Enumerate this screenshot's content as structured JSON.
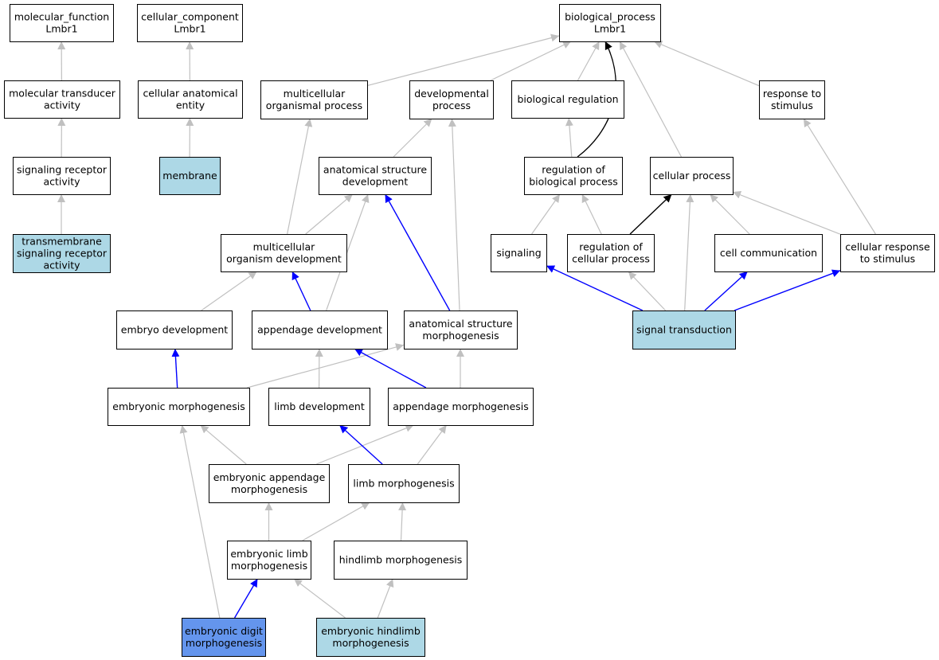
{
  "colors": {
    "node_default": "#ffffff",
    "node_annotated": "#add8e6",
    "node_focus": "#6495ed",
    "edge_gray": "#c0c0c0",
    "edge_blue": "#0000ff",
    "edge_black": "#000000"
  },
  "nodes": {
    "mf": {
      "lines": [
        "molecular_function",
        "Lmbr1"
      ],
      "fill": "white"
    },
    "cc": {
      "lines": [
        "cellular_component",
        "Lmbr1"
      ],
      "fill": "white"
    },
    "bp": {
      "lines": [
        "biological_process",
        "Lmbr1"
      ],
      "fill": "white"
    },
    "mta": {
      "lines": [
        "molecular transducer",
        "activity"
      ],
      "fill": "white"
    },
    "cae": {
      "lines": [
        "cellular anatomical",
        "entity"
      ],
      "fill": "white"
    },
    "mop": {
      "lines": [
        "multicellular",
        "organismal process"
      ],
      "fill": "white"
    },
    "dp": {
      "lines": [
        "developmental",
        "process"
      ],
      "fill": "white"
    },
    "breg": {
      "lines": [
        "biological regulation"
      ],
      "fill": "white"
    },
    "rts": {
      "lines": [
        "response to",
        "stimulus"
      ],
      "fill": "white"
    },
    "sra": {
      "lines": [
        "signaling receptor",
        "activity"
      ],
      "fill": "white"
    },
    "mem": {
      "lines": [
        "membrane"
      ],
      "fill": "annotated"
    },
    "asd": {
      "lines": [
        "anatomical structure",
        "development"
      ],
      "fill": "white"
    },
    "rbp": {
      "lines": [
        "regulation of",
        "biological process"
      ],
      "fill": "white"
    },
    "cp": {
      "lines": [
        "cellular process"
      ],
      "fill": "white"
    },
    "tsra": {
      "lines": [
        "transmembrane",
        "signaling receptor",
        "activity"
      ],
      "fill": "annotated"
    },
    "mod": {
      "lines": [
        "multicellular",
        "organism development"
      ],
      "fill": "white"
    },
    "sig": {
      "lines": [
        "signaling"
      ],
      "fill": "white"
    },
    "rcp": {
      "lines": [
        "regulation of",
        "cellular process"
      ],
      "fill": "white"
    },
    "cc2": {
      "lines": [
        "cell communication"
      ],
      "fill": "white"
    },
    "crs": {
      "lines": [
        "cellular response",
        "to stimulus"
      ],
      "fill": "white"
    },
    "ed": {
      "lines": [
        "embryo development"
      ],
      "fill": "white"
    },
    "ad": {
      "lines": [
        "appendage development"
      ],
      "fill": "white"
    },
    "asm": {
      "lines": [
        "anatomical structure",
        "morphogenesis"
      ],
      "fill": "white"
    },
    "st": {
      "lines": [
        "signal transduction"
      ],
      "fill": "annotated"
    },
    "em": {
      "lines": [
        "embryonic morphogenesis"
      ],
      "fill": "white"
    },
    "ld": {
      "lines": [
        "limb development"
      ],
      "fill": "white"
    },
    "am": {
      "lines": [
        "appendage morphogenesis"
      ],
      "fill": "white"
    },
    "eam": {
      "lines": [
        "embryonic appendage",
        "morphogenesis"
      ],
      "fill": "white"
    },
    "lm": {
      "lines": [
        "limb morphogenesis"
      ],
      "fill": "white"
    },
    "elm": {
      "lines": [
        "embryonic limb",
        "morphogenesis"
      ],
      "fill": "white"
    },
    "hm": {
      "lines": [
        "hindlimb morphogenesis"
      ],
      "fill": "white"
    },
    "edm": {
      "lines": [
        "embryonic digit",
        "morphogenesis"
      ],
      "fill": "focus"
    },
    "ehm": {
      "lines": [
        "embryonic hindlimb",
        "morphogenesis"
      ],
      "fill": "annotated"
    }
  },
  "edges": [
    {
      "from": "mta",
      "to": "mf",
      "color": "gray"
    },
    {
      "from": "sra",
      "to": "mta",
      "color": "gray"
    },
    {
      "from": "tsra",
      "to": "sra",
      "color": "gray"
    },
    {
      "from": "cae",
      "to": "cc",
      "color": "gray"
    },
    {
      "from": "mem",
      "to": "cae",
      "color": "gray"
    },
    {
      "from": "mop",
      "to": "bp",
      "color": "gray"
    },
    {
      "from": "dp",
      "to": "bp",
      "color": "gray"
    },
    {
      "from": "breg",
      "to": "bp",
      "color": "gray"
    },
    {
      "from": "rbp",
      "to": "bp",
      "color": "black"
    },
    {
      "from": "cp",
      "to": "bp",
      "color": "gray"
    },
    {
      "from": "rts",
      "to": "bp",
      "color": "gray"
    },
    {
      "from": "asd",
      "to": "dp",
      "color": "gray"
    },
    {
      "from": "asm",
      "to": "dp",
      "color": "gray"
    },
    {
      "from": "mod",
      "to": "mop",
      "color": "gray"
    },
    {
      "from": "mod",
      "to": "asd",
      "color": "gray"
    },
    {
      "from": "ad",
      "to": "asd",
      "color": "gray"
    },
    {
      "from": "asm",
      "to": "asd",
      "color": "blue"
    },
    {
      "from": "rbp",
      "to": "breg",
      "color": "gray"
    },
    {
      "from": "sig",
      "to": "rbp",
      "color": "gray"
    },
    {
      "from": "rcp",
      "to": "rbp",
      "color": "gray"
    },
    {
      "from": "rcp",
      "to": "cp",
      "color": "black"
    },
    {
      "from": "cc2",
      "to": "cp",
      "color": "gray"
    },
    {
      "from": "crs",
      "to": "cp",
      "color": "gray"
    },
    {
      "from": "st",
      "to": "cp",
      "color": "gray"
    },
    {
      "from": "crs",
      "to": "rts",
      "color": "gray"
    },
    {
      "from": "st",
      "to": "sig",
      "color": "blue"
    },
    {
      "from": "st",
      "to": "rcp",
      "color": "gray"
    },
    {
      "from": "st",
      "to": "cc2",
      "color": "blue"
    },
    {
      "from": "st",
      "to": "crs",
      "color": "blue"
    },
    {
      "from": "ed",
      "to": "mod",
      "color": "gray"
    },
    {
      "from": "ad",
      "to": "mod",
      "color": "blue"
    },
    {
      "from": "em",
      "to": "ed",
      "color": "blue"
    },
    {
      "from": "em",
      "to": "asm",
      "color": "gray"
    },
    {
      "from": "ld",
      "to": "ad",
      "color": "gray"
    },
    {
      "from": "am",
      "to": "ad",
      "color": "blue"
    },
    {
      "from": "am",
      "to": "asm",
      "color": "gray"
    },
    {
      "from": "eam",
      "to": "em",
      "color": "gray"
    },
    {
      "from": "eam",
      "to": "am",
      "color": "gray"
    },
    {
      "from": "lm",
      "to": "ld",
      "color": "blue"
    },
    {
      "from": "lm",
      "to": "am",
      "color": "gray"
    },
    {
      "from": "elm",
      "to": "eam",
      "color": "gray"
    },
    {
      "from": "elm",
      "to": "lm",
      "color": "gray"
    },
    {
      "from": "hm",
      "to": "lm",
      "color": "gray"
    },
    {
      "from": "edm",
      "to": "elm",
      "color": "blue"
    },
    {
      "from": "edm",
      "to": "em",
      "color": "gray"
    },
    {
      "from": "ehm",
      "to": "elm",
      "color": "gray"
    },
    {
      "from": "ehm",
      "to": "hm",
      "color": "gray"
    }
  ]
}
